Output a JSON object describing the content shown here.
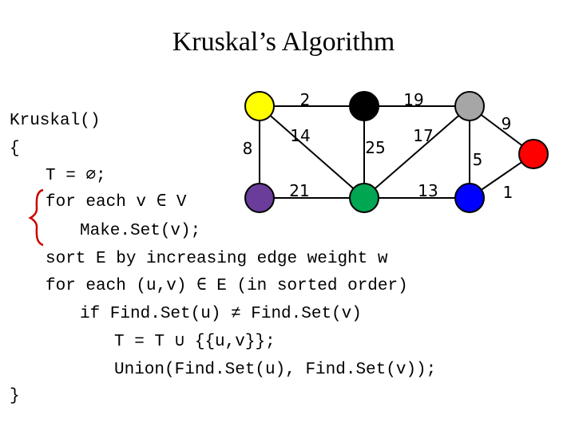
{
  "title": "Kruskal’s Algorithm",
  "code_lines": [
    "Kruskal()",
    "{",
    "T = ∅;",
    "for each v ∈ V",
    "Make.Set(v);",
    "sort E by increasing edge weight w",
    "for each (u,v) ∈ E (in sorted order)",
    "if Find.Set(u) ≠ Find.Set(v)",
    "T = T ∪ {{u,v}};",
    "Union(Find.Set(u), Find.Set(v));",
    "}"
  ],
  "graph": {
    "vertices": [
      {
        "id": "yellow",
        "color": "#ffff00"
      },
      {
        "id": "black",
        "color": "#000000"
      },
      {
        "id": "gray",
        "color": "#a6a6a6"
      },
      {
        "id": "red",
        "color": "#ff0000"
      },
      {
        "id": "purple",
        "color": "#6a3d9a"
      },
      {
        "id": "green",
        "color": "#00a651"
      },
      {
        "id": "blue",
        "color": "#0000ff"
      }
    ],
    "edges": [
      {
        "u": "yellow",
        "v": "black",
        "weight": "2"
      },
      {
        "u": "black",
        "v": "gray",
        "weight": "19"
      },
      {
        "u": "gray",
        "v": "red",
        "weight": "9"
      },
      {
        "u": "yellow",
        "v": "purple",
        "weight": "8"
      },
      {
        "u": "yellow",
        "v": "green",
        "weight": "14"
      },
      {
        "u": "black",
        "v": "green",
        "weight": "25"
      },
      {
        "u": "gray",
        "v": "green",
        "weight": "17"
      },
      {
        "u": "gray",
        "v": "blue",
        "weight": "5"
      },
      {
        "u": "purple",
        "v": "green",
        "weight": "21"
      },
      {
        "u": "green",
        "v": "blue",
        "weight": "13"
      },
      {
        "u": "red",
        "v": "blue",
        "weight": "1"
      }
    ]
  }
}
